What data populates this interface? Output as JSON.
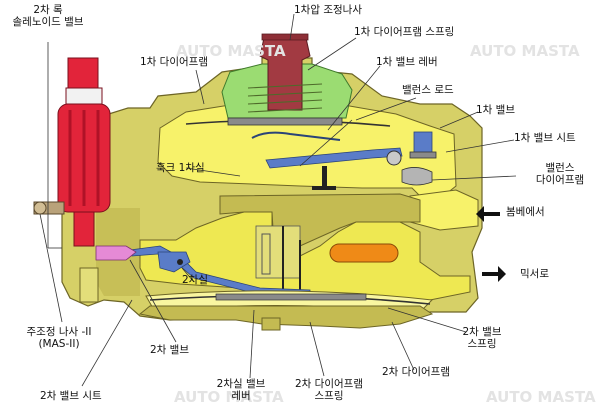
{
  "labels": {
    "secondary_lock_solenoid_valve": "2차 록\n솔레노이드 밸브",
    "primary_pressure_adjust_screw": "1차압 조정나사",
    "primary_diaphragm_spring": "1차 다이어프램 스프링",
    "primary_diaphragm": "1차 다이어프램",
    "primary_valve_lever": "1차 밸브 레버",
    "balance_rod": "밸런스 로드",
    "primary_valve": "1차 밸브",
    "primary_valve_seat": "1차 밸브 시트",
    "balance_diaphragm": "밸런스\n다이어프램",
    "hook_primary_chamber": "훅크 1차실",
    "from_bombe": "봄베에서",
    "secondary_chamber": "2차실",
    "to_mixer": "믹서로",
    "main_adjust_screw": "주조정 나사 -II\n(MAS-II)",
    "secondary_valve_spring": "2차 밸브\n스프링",
    "secondary_valve": "2차 밸브",
    "secondary_diaphragm": "2차 다이어프램",
    "secondary_chamber_valve_lever": "2차실 밸브\n레버",
    "secondary_diaphragm_spring": "2차 다이어프램\n스프링",
    "secondary_valve_seat": "2차 밸브 시트"
  },
  "watermark": {
    "text": "AUTO MASTA"
  },
  "colors": {
    "body_fill": "#d6d067",
    "body_shade": "#b0a64a",
    "primary_chamber": "#f7f26a",
    "secondary_chamber": "#eee852",
    "lower_chamber": "#f9f6a0",
    "cap_green": "#9bdc72",
    "knob_red": "#a23a42",
    "solenoid_red": "#e2243a",
    "valve_blue": "#5a7cc8",
    "orange_port": "#ef8a17",
    "pink_part": "#e58ad6",
    "leader": "#333333"
  }
}
